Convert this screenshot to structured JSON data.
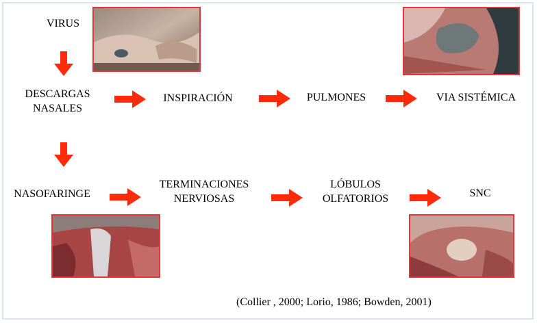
{
  "nodes": {
    "virus": "VIRUS",
    "descargas": "DESCARGAS\nNASALES",
    "inspiracion": "INSPIRACIÓN",
    "pulmones": "PULMONES",
    "sistemica": "VIA SISTÉMICA",
    "nasofaringe": "NASOFARINGE",
    "terminaciones": "TERMINACIONES\nNERVIOSAS",
    "lobulos": "LÓBULOS\nOLFATORIOS",
    "snc": "SNC"
  },
  "citation": "(Collier , 2000; Lorio, 1986; Bowden, 2001)",
  "colors": {
    "arrow": "#ff2a0a",
    "photo_border": "#e2363c",
    "frame": "#d8e4ee"
  },
  "icons": {
    "arrow": "arrow-icon"
  }
}
